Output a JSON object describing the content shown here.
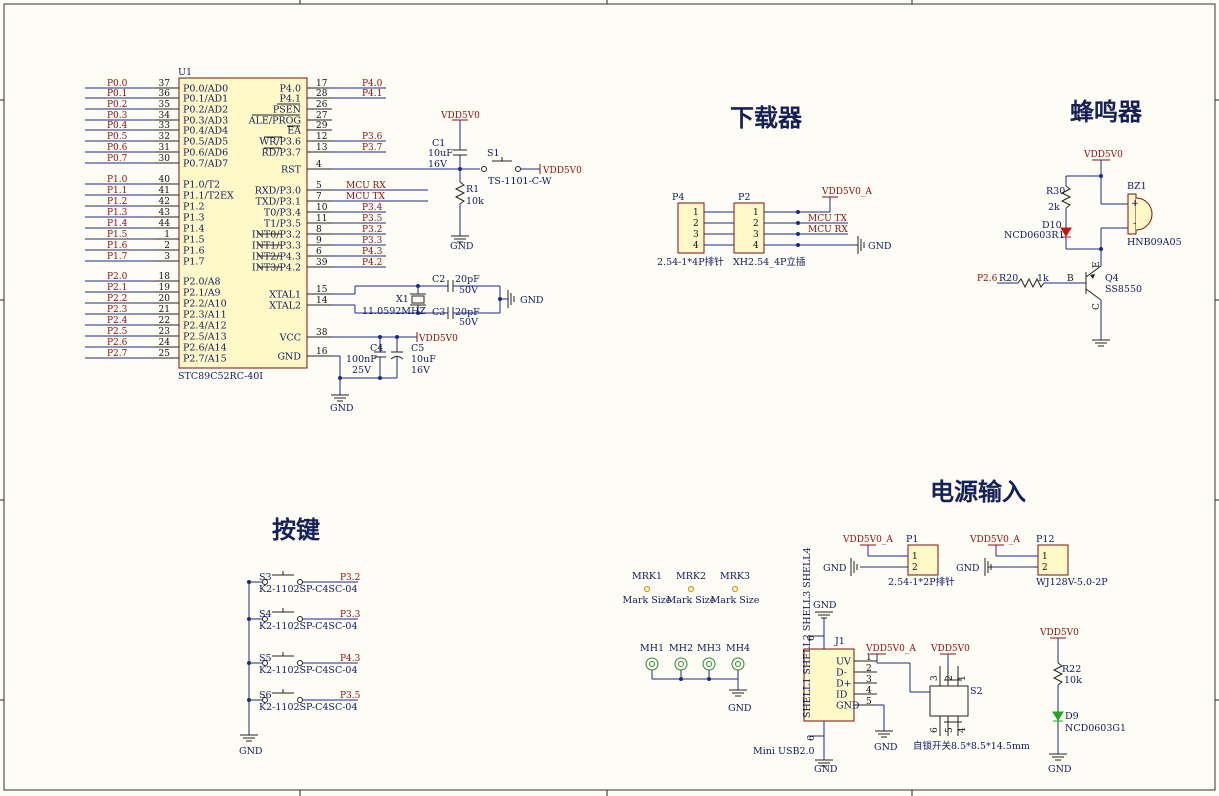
{
  "titles": {
    "downloader": "下载器",
    "buzzer": "蜂鸣器",
    "power": "电源输入",
    "keys": "按键"
  },
  "mcu": {
    "ref": "U1",
    "part": "STC89C52RC-40I",
    "left_pins": [
      {
        "num": "37",
        "name": "P0.0/AD0",
        "net": "P0.0"
      },
      {
        "num": "36",
        "name": "P0.1/AD1",
        "net": "P0.1"
      },
      {
        "num": "35",
        "name": "P0.2/AD2",
        "net": "P0.2"
      },
      {
        "num": "34",
        "name": "P0.3/AD3",
        "net": "P0.3"
      },
      {
        "num": "33",
        "name": "P0.4/AD4",
        "net": "P0.4"
      },
      {
        "num": "32",
        "name": "P0.5/AD5",
        "net": "P0.5"
      },
      {
        "num": "31",
        "name": "P0.6/AD6",
        "net": "P0.6"
      },
      {
        "num": "30",
        "name": "P0.7/AD7",
        "net": "P0.7"
      },
      {
        "num": "40",
        "name": "P1.0/T2",
        "net": "P1.0"
      },
      {
        "num": "41",
        "name": "P1.1/T2EX",
        "net": "P1.1"
      },
      {
        "num": "42",
        "name": "P1.2",
        "net": "P1.2"
      },
      {
        "num": "43",
        "name": "P1.3",
        "net": "P1.3"
      },
      {
        "num": "44",
        "name": "P1.4",
        "net": "P1.4"
      },
      {
        "num": "1",
        "name": "P1.5",
        "net": "P1.5"
      },
      {
        "num": "2",
        "name": "P1.6",
        "net": "P1.6"
      },
      {
        "num": "3",
        "name": "P1.7",
        "net": "P1.7"
      },
      {
        "num": "18",
        "name": "P2.0/A8",
        "net": "P2.0"
      },
      {
        "num": "19",
        "name": "P2.1/A9",
        "net": "P2.1"
      },
      {
        "num": "20",
        "name": "P2.2/A10",
        "net": "P2.2"
      },
      {
        "num": "21",
        "name": "P2.3/A11",
        "net": "P2.3"
      },
      {
        "num": "22",
        "name": "P2.4/A12",
        "net": "P2.4"
      },
      {
        "num": "23",
        "name": "P2.5/A13",
        "net": "P2.5"
      },
      {
        "num": "24",
        "name": "P2.6/A14",
        "net": "P2.6"
      },
      {
        "num": "25",
        "name": "P2.7/A15",
        "net": "P2.7"
      }
    ],
    "right_pins": [
      {
        "num": "17",
        "name": "P4.0",
        "net": "P4.0"
      },
      {
        "num": "28",
        "name": "P4.1",
        "net": "P4.1"
      },
      {
        "num": "26",
        "name": "PSEN",
        "net": ""
      },
      {
        "num": "27",
        "name": "ALE/PROG",
        "net": ""
      },
      {
        "num": "29",
        "name": "EA",
        "net": ""
      },
      {
        "num": "12",
        "name": "WR/P3.6",
        "net": "P3.6"
      },
      {
        "num": "13",
        "name": "RD/P3.7",
        "net": "P3.7"
      },
      {
        "num": "4",
        "name": "RST",
        "net": ""
      },
      {
        "num": "5",
        "name": "RXD/P3.0",
        "net": "MCU RX"
      },
      {
        "num": "7",
        "name": "TXD/P3.1",
        "net": "MCU TX"
      },
      {
        "num": "10",
        "name": "T0/P3.4",
        "net": "P3.4"
      },
      {
        "num": "11",
        "name": "T1/P3.5",
        "net": "P3.5"
      },
      {
        "num": "8",
        "name": "INT0/P3.2",
        "net": "P3.2"
      },
      {
        "num": "9",
        "name": "INT1/P3.3",
        "net": "P3.3"
      },
      {
        "num": "6",
        "name": "INT2/P4.3",
        "net": "P4.3"
      },
      {
        "num": "39",
        "name": "INT3/P4.2",
        "net": "P4.2"
      },
      {
        "num": "15",
        "name": "XTAL1",
        "net": ""
      },
      {
        "num": "14",
        "name": "XTAL2",
        "net": ""
      },
      {
        "num": "38",
        "name": "VCC",
        "net": ""
      },
      {
        "num": "16",
        "name": "GND",
        "net": ""
      }
    ]
  },
  "reset": {
    "c1_ref": "C1",
    "c1_val": "10uF",
    "c1_v": "16V",
    "r1_ref": "R1",
    "r1_val": "10k",
    "s1_ref": "S1",
    "s1_part": "TS-1101-C-W",
    "vdd": "VDD5V0",
    "gnd": "GND"
  },
  "crystal": {
    "x1_ref": "X1",
    "x1_val": "11.0592MHZ",
    "c2_ref": "C2",
    "c2_val": "20pF",
    "c2_v": "50V",
    "c3_ref": "C3",
    "c3_val": "20pF",
    "c3_v": "50V",
    "gnd": "GND"
  },
  "decoupling": {
    "vdd": "VDD5V0",
    "c4_ref": "C4",
    "c4_val": "100nF",
    "c4_v": "25V",
    "c5_ref": "C5",
    "c5_val": "10uF",
    "c5_v": "16V",
    "gnd": "GND"
  },
  "downloader": {
    "p4_ref": "P4",
    "p4_part": "2.54-1*4P排针",
    "p2_ref": "P2",
    "p2_part": "XH2.54_4P立插",
    "pins": [
      "1",
      "2",
      "3",
      "4"
    ],
    "vdd": "VDD5V0_A",
    "tx": "MCU TX",
    "rx": "MCU RX",
    "gnd": "GND"
  },
  "buzzer": {
    "vdd": "VDD5V0",
    "r30_ref": "R30",
    "r30_val": "2k",
    "d10_ref": "D10",
    "d10_part": "NCD0603R1",
    "bz_ref": "BZ1",
    "bz_part": "HNB09A05",
    "net_in": "P2.6",
    "r20_ref": "R20",
    "r20_val": "1k",
    "q_ref": "Q4",
    "q_part": "SS8550",
    "pin_b": "B",
    "pin_e": "E",
    "pin_c": "C",
    "plus": "+",
    "minus": "-"
  },
  "keys": [
    {
      "ref": "S3",
      "part": "K2-1102SP-C4SC-04",
      "net": "P3.2"
    },
    {
      "ref": "S4",
      "part": "K2-1102SP-C4SC-04",
      "net": "P3.3"
    },
    {
      "ref": "S5",
      "part": "K2-1102SP-C4SC-04",
      "net": "P4.3"
    },
    {
      "ref": "S6",
      "part": "K2-1102SP-C4SC-04",
      "net": "P3.5"
    }
  ],
  "keys_gnd": "GND",
  "marks": [
    {
      "ref": "MRK1",
      "label": "Mark Size"
    },
    {
      "ref": "MRK2",
      "label": "Mark Size"
    },
    {
      "ref": "MRK3",
      "label": "Mark Size"
    }
  ],
  "holes": [
    "MH1",
    "MH2",
    "MH3",
    "MH4"
  ],
  "holes_gnd": "GND",
  "power": {
    "p1_ref": "P1",
    "p1_part": "2.54-1*2P排针",
    "p1_vdd": "VDD5V0_A",
    "p1_gnd": "GND",
    "p12_ref": "P12",
    "p12_part": "WJ128V-5.0-2P",
    "p12_vdd": "VDD5V0_A",
    "p12_gnd": "GND",
    "pins": [
      "1",
      "2"
    ],
    "j1_ref": "J1",
    "j1_part": "Mini USB2.0",
    "j1_pins": [
      "UV",
      "D-",
      "D+",
      "ID",
      "GND"
    ],
    "j1_nums": [
      "1",
      "2",
      "3",
      "4",
      "5"
    ],
    "j1_shell": "SHELL1 SHELL2 SHELL3 SHELL4",
    "shell_num": "6",
    "j1_vdd": "VDD5V0_A",
    "j1_gnd_top": "GND",
    "j1_gnd_bottom": "GND",
    "j1_gnd_pin5": "GND",
    "s2_ref": "S2",
    "s2_part": "自锁开关8.5*8.5*14.5mm",
    "s2_vdd": "VDD5V0",
    "s2_pins": [
      "3",
      "2",
      "1",
      "6",
      "5",
      "4"
    ],
    "led_vdd": "VDD5V0",
    "r22_ref": "R22",
    "r22_val": "10k",
    "d9_ref": "D9",
    "d9_part": "NCD0603G1",
    "led_gnd": "GND"
  }
}
